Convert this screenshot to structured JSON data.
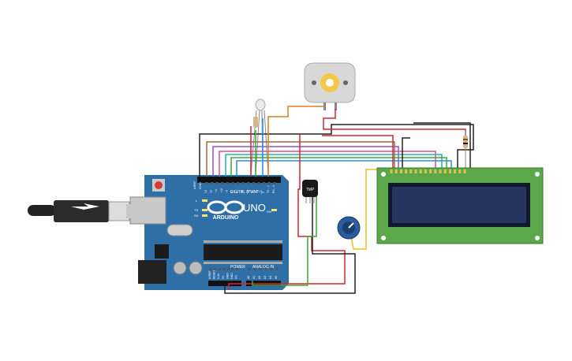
{
  "arduino": {
    "brand": "ARDUINO",
    "model": "UNO",
    "digital_label": "DIGITAL (PWM ~)",
    "power_label": "POWER",
    "analog_label": "ANALOG IN",
    "aref_label": "AREF",
    "gnd_label": "GND",
    "tx_label": "TX",
    "rx_label": "RX",
    "l_label": "L",
    "on_label": "ON",
    "digital_pins": [
      "13",
      "12",
      "~11",
      "~10",
      "~9",
      "8",
      "7",
      "~6",
      "~5",
      "4",
      "~3",
      "2",
      "TX→1",
      "RX←0"
    ],
    "power_pins": [
      "IOREF",
      "RESET",
      "3.3V",
      "5V",
      "GND",
      "GND",
      "Vin"
    ],
    "analog_pins": [
      "A0",
      "A1",
      "A2",
      "A3",
      "A4",
      "A5"
    ]
  },
  "tmp_sensor": {
    "label": "TMP"
  },
  "colors": {
    "board": "#2f6fa8",
    "board_dark": "#1f4f7a",
    "lcd_pcb": "#5aa84a",
    "lcd_screen": "#27365e",
    "wire_red": "#d6252a",
    "wire_black": "#222222",
    "wire_green": "#3aa935",
    "wire_yellow": "#e5c21c",
    "wire_orange": "#e07b22",
    "wire_blue": "#2f8fd8",
    "wire_brown": "#9a6a3a",
    "wire_purple": "#9a4ccc",
    "wire_teal": "#22b3b0",
    "wire_pink": "#e04aa0"
  }
}
